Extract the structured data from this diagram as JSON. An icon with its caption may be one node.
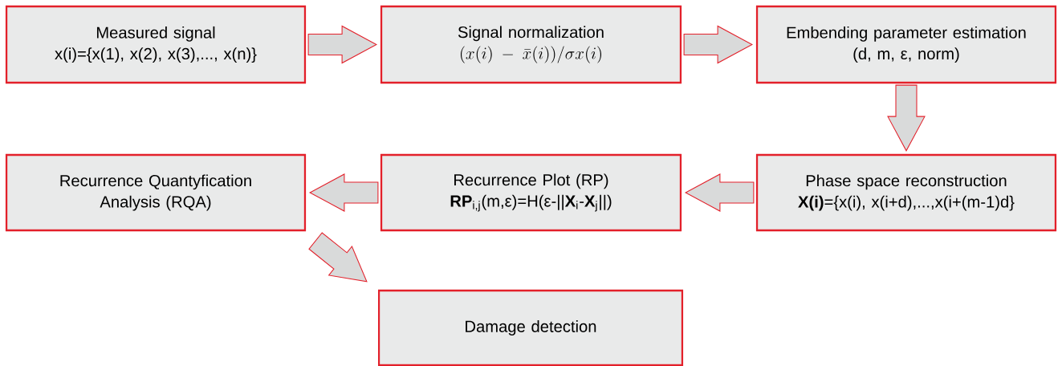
{
  "diagram": {
    "nodes": [
      {
        "text": [
          "Measured signal",
          "x(i)={x(1), x(2), x(3),..., x(n)}"
        ]
      },
      {
        "text": [
          "Signal normalization",
          "(x(i)-\\bar{x}(i)) / \\sigma x(i)"
        ]
      },
      {
        "text": [
          "Embending parameter estimation",
          "(d, m, ε, norm)"
        ]
      },
      {
        "text": [
          "Recurrence Quantyfication Analysis (RQA)"
        ]
      },
      {
        "text": [
          "Recurrence Plot (RP)",
          "**RP**$_{i,j}$(m,ε)=H(ε-||**X**$_{i}$-**X**$_{j}$||)"
        ]
      },
      {
        "text": [
          "Phase space reconstruction",
          "**X(i)**={x(i), x(i+d),...,x(i+(m-1)d}"
        ]
      },
      {
        "text": [
          "Damage detection"
        ]
      }
    ],
    "edges": [
      {
        "from": 0,
        "to": 1,
        "arrow": "to"
      },
      {
        "from": 1,
        "to": 2,
        "arrow": "to"
      },
      {
        "from": 2,
        "to": 5,
        "arrow": "to"
      },
      {
        "from": 5,
        "to": 4,
        "arrow": "to"
      },
      {
        "from": 4,
        "to": 3,
        "arrow": "to"
      },
      {
        "from": 3,
        "to": 6,
        "arrow": "to"
      }
    ]
  }
}
